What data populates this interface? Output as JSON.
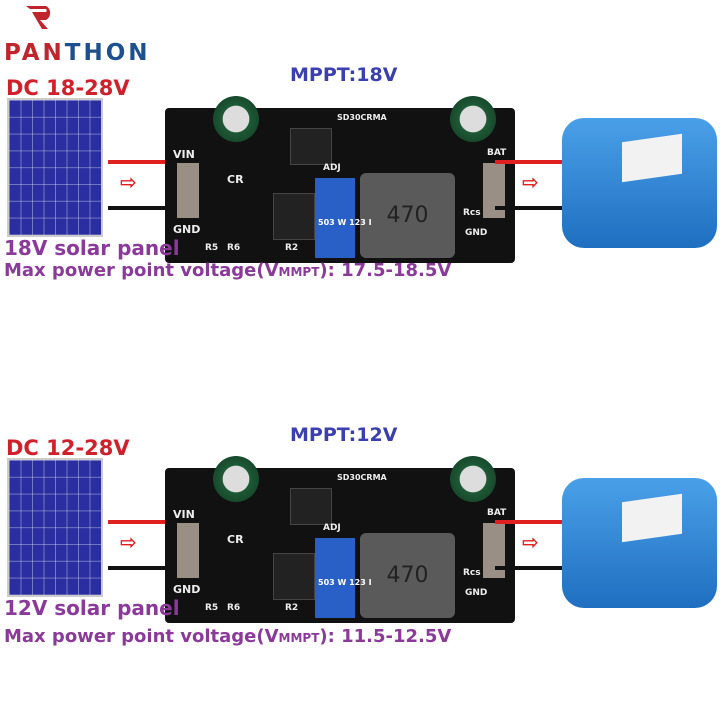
{
  "brand": {
    "name_red": "PAN",
    "name_blue": "THON"
  },
  "colors": {
    "red": "#d0202a",
    "blue": "#3b3fb0",
    "purple": "#8a3a98"
  },
  "board_labels": {
    "vin": "VIN",
    "gnd_in": "GND",
    "cr": "CR",
    "adj": "ADJ",
    "r5": "R5",
    "r6": "R6",
    "r2": "R2",
    "rcs": "Rcs",
    "gnd_out": "GND",
    "bat": "BAT",
    "chip": "SD30CRMA",
    "inductor": "470",
    "pot": "503 W 123 I"
  },
  "sections": [
    {
      "dc": "DC 18-28V",
      "mppt": "MPPT:18V",
      "panel": "18V solar panel",
      "max_prefix": "Max power point voltage(V",
      "max_sub": "MMPT",
      "max_suffix": "): 17.5-18.5V"
    },
    {
      "dc": "DC 12-28V",
      "mppt": "MPPT:12V",
      "panel": "12V solar panel",
      "max_prefix": "Max power point voltage(V",
      "max_sub": "MMPT",
      "max_suffix": "):  11.5-12.5V"
    }
  ]
}
